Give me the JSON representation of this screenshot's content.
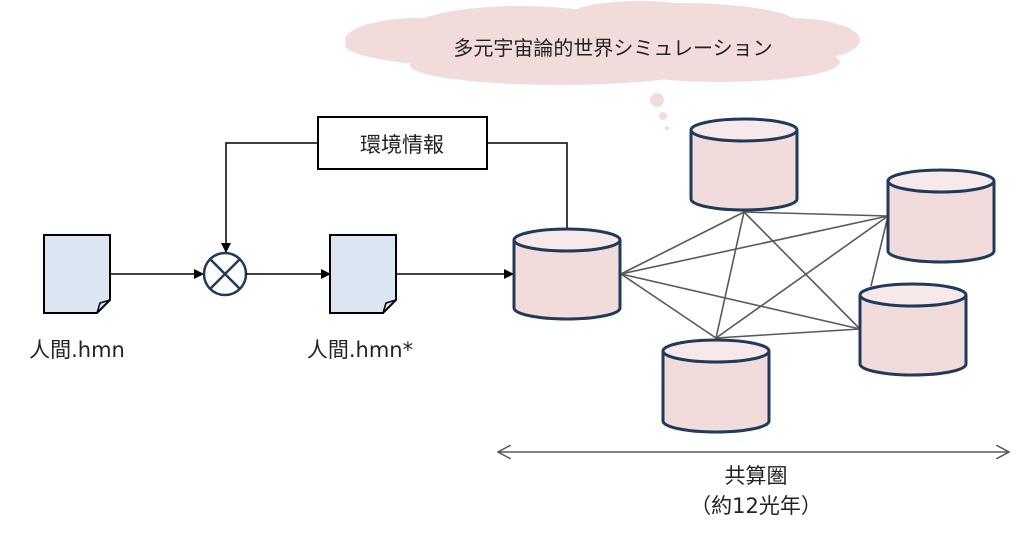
{
  "thought_cloud": {
    "text": "多元宇宙論的世界シミュレーション"
  },
  "environment_box": {
    "label": "環境情報"
  },
  "input_file": {
    "label": "人間.hmn"
  },
  "output_file": {
    "label": "人間.hmn*"
  },
  "operator": {
    "icon": "circle-times-icon"
  },
  "range": {
    "label": "共算圏",
    "sublabel": "（約12光年）"
  },
  "colors": {
    "cylinder_fill": "#f2dcdb",
    "cylinder_stroke": "#1f3a5a",
    "document_fill": "#dce6f2",
    "cloud_fill": "#f2dcdb"
  }
}
